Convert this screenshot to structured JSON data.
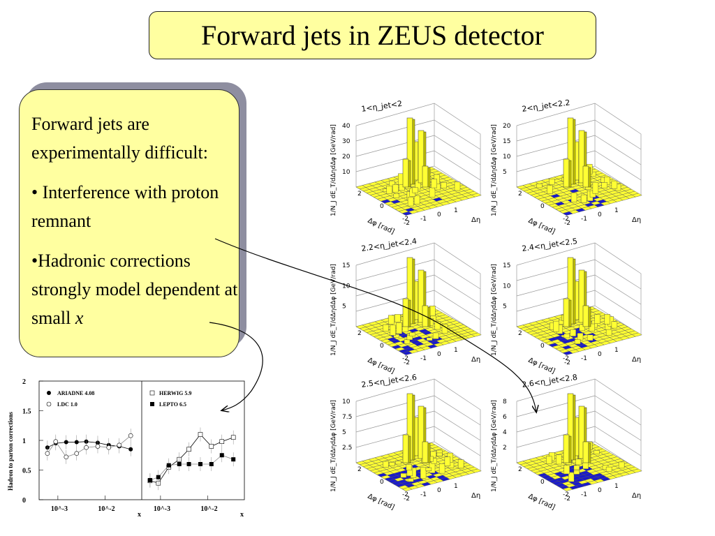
{
  "title": "Forward jets in ZEUS detector",
  "textbox": {
    "para1": "Forward jets are experimentally difficult:",
    "para2": "• Interference with proton remnant",
    "para3_prefix": "•Hadronic corrections strongly model dependent at small ",
    "para3_var": "x"
  },
  "lego_panels": [
    {
      "label": "1<η_jet<2",
      "yticks": [
        "10",
        "20",
        "30",
        "40"
      ],
      "ymax_label": "40"
    },
    {
      "label": "2<η_jet<2.2",
      "yticks": [
        "5",
        "10",
        "15",
        "20"
      ],
      "ymax_label": "20"
    },
    {
      "label": "2.2<η_jet<2.4",
      "yticks": [
        "5",
        "10",
        "15"
      ],
      "ymax_label": "15"
    },
    {
      "label": "2.4<η_jet<2.5",
      "yticks": [
        "5",
        "10",
        "15"
      ],
      "ymax_label": "15"
    },
    {
      "label": "2.5<η_jet<2.6",
      "yticks": [
        "2.5",
        "5",
        "7.5",
        "10"
      ],
      "ymax_label": "10"
    },
    {
      "label": "2.6<η_jet<2.8",
      "yticks": [
        "2",
        "4",
        "6",
        "8"
      ],
      "ymax_label": "8"
    }
  ],
  "lego_axes": {
    "ylabel": "1/N_J dE_T/dΔηdΔφ [GeV/rad]",
    "xlabel": "Δφ [rad]",
    "zlabel": "Δη",
    "phi_ticks": [
      "2",
      "0",
      "-2"
    ],
    "eta_ticks": [
      "-2",
      "-1",
      "0",
      "1"
    ]
  },
  "correction_plot": {
    "ylabel": "Hadron to parton corrections",
    "xlabel": "x",
    "yticks": [
      "0",
      "0.5",
      "1",
      "1.5",
      "2"
    ],
    "xticks": [
      "10^-3",
      "10^-2"
    ],
    "left_legend": [
      "ARIADNE 4.08",
      "LDC 1.0"
    ],
    "right_legend": [
      "HERWIG 5.9",
      "LEPTO 6.5"
    ]
  },
  "chart_data": {
    "type": "scatter",
    "xlabel": "x",
    "ylabel": "Hadron to parton corrections",
    "ylim": [
      0,
      2
    ],
    "xscale": "log",
    "panels": [
      {
        "series": [
          {
            "name": "ARIADNE 4.08",
            "marker": "filled-circle",
            "x": [
              0.0006,
              0.0009,
              0.0015,
              0.0025,
              0.004,
              0.007,
              0.012,
              0.02,
              0.035
            ],
            "y": [
              0.88,
              0.95,
              0.97,
              0.97,
              0.98,
              0.96,
              0.92,
              0.9,
              0.85
            ]
          },
          {
            "name": "LDC 1.0",
            "marker": "open-circle",
            "x": [
              0.0006,
              0.0009,
              0.0015,
              0.0025,
              0.004,
              0.007,
              0.012,
              0.02,
              0.035
            ],
            "y": [
              0.78,
              0.98,
              0.72,
              0.78,
              0.88,
              0.9,
              0.88,
              0.92,
              1.08
            ]
          }
        ]
      },
      {
        "series": [
          {
            "name": "HERWIG 5.9",
            "marker": "open-square",
            "x": [
              0.0006,
              0.0009,
              0.0015,
              0.0025,
              0.004,
              0.007,
              0.012,
              0.02,
              0.035
            ],
            "y": [
              0.32,
              0.28,
              0.55,
              0.68,
              0.85,
              1.1,
              0.9,
              0.98,
              1.05
            ]
          },
          {
            "name": "LEPTO 6.5",
            "marker": "filled-square",
            "x": [
              0.0006,
              0.0009,
              0.0015,
              0.0025,
              0.004,
              0.007,
              0.012,
              0.02,
              0.035
            ],
            "y": [
              0.33,
              0.38,
              0.58,
              0.6,
              0.6,
              0.6,
              0.6,
              0.75,
              0.68
            ]
          }
        ]
      }
    ]
  },
  "colors": {
    "title_bg": "#ffffa0",
    "lego_yellow": "#ffff33",
    "lego_blue": "#1a1acc",
    "shadow": "#8e8ea0"
  }
}
